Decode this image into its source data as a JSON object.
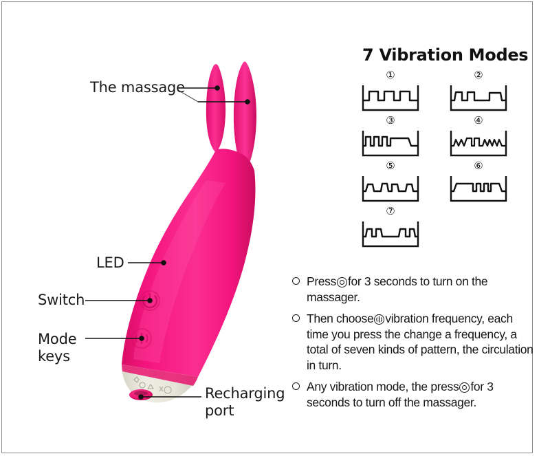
{
  "product": {
    "body_color": "#F4147E",
    "body_color_dark": "#C70C60",
    "body_color_light": "#FF4FA3",
    "base_color": "#E8E7DC",
    "port_color": "#E8146E",
    "leader_color": "#111111"
  },
  "callouts": [
    {
      "id": "massage",
      "label": "The massage",
      "name": "callout-the-massage"
    },
    {
      "id": "led",
      "label": "LED",
      "name": "callout-led"
    },
    {
      "id": "switch",
      "label": "Switch",
      "name": "callout-switch"
    },
    {
      "id": "mode",
      "label": "Mode\nkeys",
      "name": "callout-mode-keys"
    },
    {
      "id": "port",
      "label": "Recharging\nport",
      "name": "callout-recharging-port"
    }
  ],
  "modes": {
    "title": "7 Vibration Modes",
    "items": [
      {
        "num": "①",
        "name": "vibration-mode-1"
      },
      {
        "num": "②",
        "name": "vibration-mode-2"
      },
      {
        "num": "③",
        "name": "vibration-mode-3"
      },
      {
        "num": "④",
        "name": "vibration-mode-4"
      },
      {
        "num": "⑤",
        "name": "vibration-mode-5"
      },
      {
        "num": "⑥",
        "name": "vibration-mode-6"
      },
      {
        "num": "⑦",
        "name": "vibration-mode-7"
      }
    ]
  },
  "instructions": [
    {
      "id": "turn-on",
      "parts": [
        {
          "type": "text",
          "value": "Press"
        },
        {
          "type": "icon",
          "value": "power-symbol-icon"
        },
        {
          "type": "text",
          "value": "for 3 seconds to turn on the massager."
        }
      ]
    },
    {
      "id": "choose-frequency",
      "parts": [
        {
          "type": "text",
          "value": " Then choose"
        },
        {
          "type": "icon",
          "value": "mode-symbol-icon"
        },
        {
          "type": "text",
          "value": "vibration frequency, each time you press the change a frequency, a total of seven kinds of pattern, the circulation in turn."
        }
      ]
    },
    {
      "id": "turn-off",
      "parts": [
        {
          "type": "text",
          "value": "Any vibration mode, the press"
        },
        {
          "type": "icon",
          "value": "power-symbol-icon"
        },
        {
          "type": "text",
          "value": "for 3 seconds to turn off the massager."
        }
      ]
    }
  ]
}
